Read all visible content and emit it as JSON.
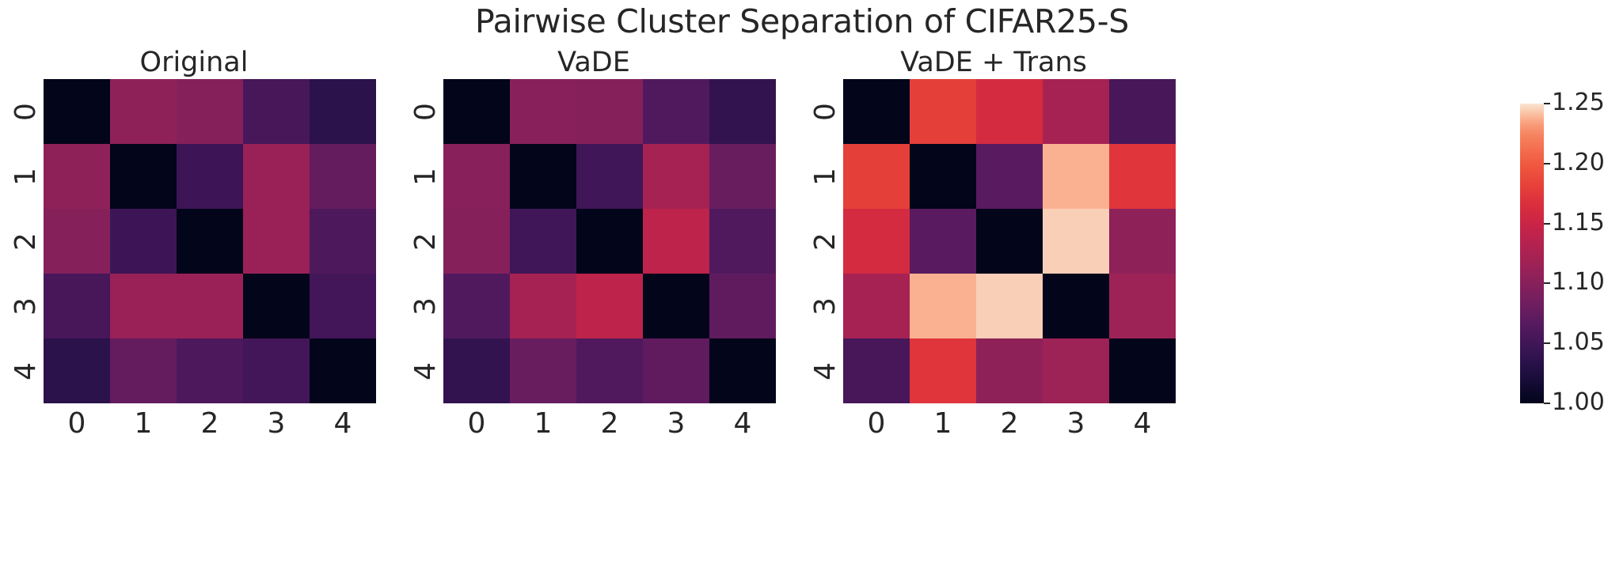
{
  "figure": {
    "suptitle": "Pairwise Cluster Separation of CIFAR25-S"
  },
  "chart_data": {
    "type": "heatmap",
    "title": "Pairwise Cluster Separation of CIFAR25-S",
    "xlabel": "",
    "ylabel": "",
    "grid": false,
    "legend_position": "right",
    "colormap": "rocket",
    "vmin": 1.0,
    "vmax": 1.25,
    "categories": [
      "0",
      "1",
      "2",
      "3",
      "4"
    ],
    "xticklabels": [
      "0",
      "1",
      "2",
      "3",
      "4"
    ],
    "yticklabels": [
      "0",
      "1",
      "2",
      "3",
      "4"
    ],
    "colorbar": {
      "ticks": [
        1.25,
        1.2,
        1.15,
        1.1,
        1.05,
        1.0
      ],
      "ticklabels": [
        "1.25",
        "1.20",
        "1.15",
        "1.10",
        "1.05",
        "1.00"
      ],
      "vmin": 1.0,
      "vmax": 1.25
    },
    "panels": [
      {
        "title": "Original",
        "values": [
          [
            1.0,
            1.105,
            1.098,
            1.055,
            1.035
          ],
          [
            1.105,
            1.0,
            1.048,
            1.112,
            1.075
          ],
          [
            1.098,
            1.048,
            1.0,
            1.112,
            1.06
          ],
          [
            1.055,
            1.112,
            1.112,
            1.0,
            1.052
          ],
          [
            1.035,
            1.075,
            1.06,
            1.052,
            1.0
          ]
        ]
      },
      {
        "title": "VaDE",
        "values": [
          [
            1.0,
            1.1,
            1.098,
            1.062,
            1.04
          ],
          [
            1.1,
            1.0,
            1.05,
            1.122,
            1.078
          ],
          [
            1.098,
            1.05,
            1.0,
            1.14,
            1.062
          ],
          [
            1.062,
            1.122,
            1.14,
            1.0,
            1.072
          ],
          [
            1.04,
            1.078,
            1.062,
            1.072,
            1.0
          ]
        ]
      },
      {
        "title": "VaDE + Trans",
        "values": [
          [
            1.0,
            1.18,
            1.16,
            1.122,
            1.055
          ],
          [
            1.18,
            1.0,
            1.068,
            1.238,
            1.172
          ],
          [
            1.16,
            1.068,
            1.0,
            1.245,
            1.105
          ],
          [
            1.122,
            1.238,
            1.245,
            1.0,
            1.115
          ],
          [
            1.055,
            1.172,
            1.105,
            1.115,
            1.0
          ]
        ]
      }
    ]
  }
}
